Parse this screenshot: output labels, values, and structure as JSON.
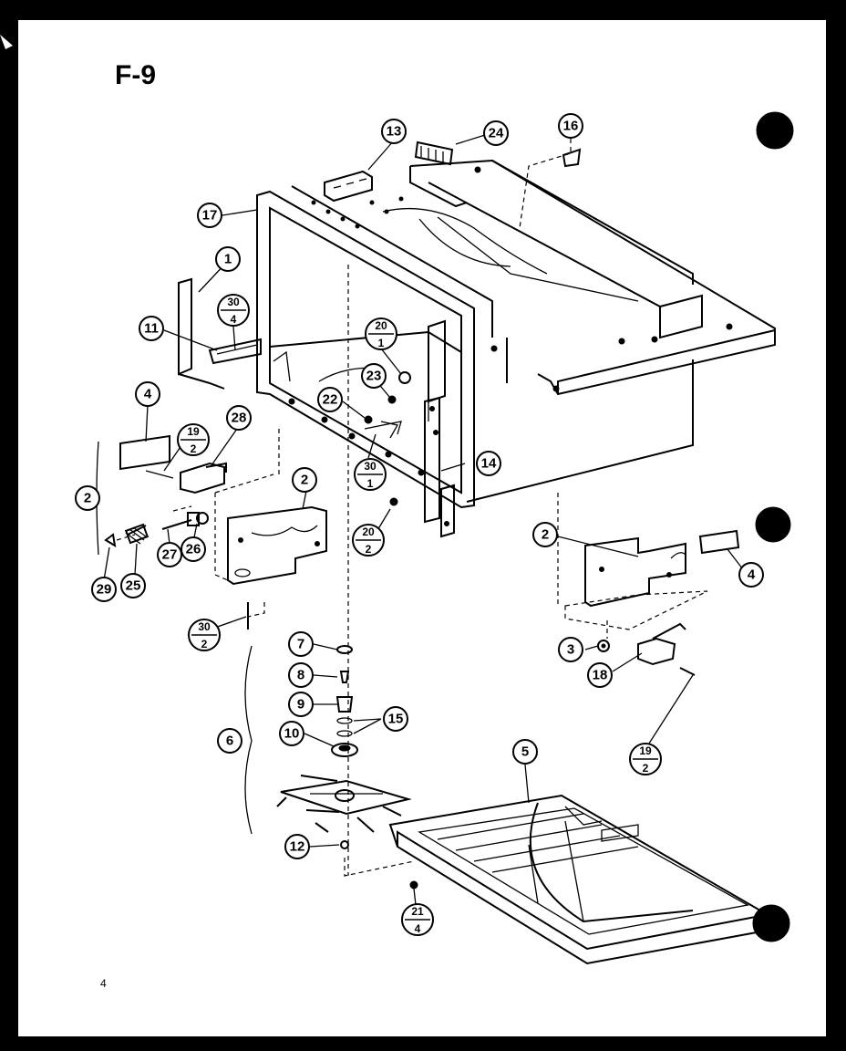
{
  "sheet": {
    "title": "F-9",
    "page_number": "4"
  },
  "callouts": [
    {
      "id": "c13",
      "text": "13"
    },
    {
      "id": "c24",
      "text": "24"
    },
    {
      "id": "c16",
      "text": "16"
    },
    {
      "id": "c17",
      "text": "17"
    },
    {
      "id": "c1",
      "text": "1"
    },
    {
      "id": "c11",
      "text": "11"
    },
    {
      "id": "c4a",
      "text": "4"
    },
    {
      "id": "c28",
      "text": "28"
    },
    {
      "id": "c2a",
      "text": "2"
    },
    {
      "id": "c2b",
      "text": "2"
    },
    {
      "id": "c22",
      "text": "22"
    },
    {
      "id": "c23",
      "text": "23"
    },
    {
      "id": "c14",
      "text": "14"
    },
    {
      "id": "c27",
      "text": "27"
    },
    {
      "id": "c26",
      "text": "26"
    },
    {
      "id": "c29",
      "text": "29"
    },
    {
      "id": "c25",
      "text": "25"
    },
    {
      "id": "c2c",
      "text": "2"
    },
    {
      "id": "c4b",
      "text": "4"
    },
    {
      "id": "c3",
      "text": "3"
    },
    {
      "id": "c18",
      "text": "18"
    },
    {
      "id": "c7",
      "text": "7"
    },
    {
      "id": "c8",
      "text": "8"
    },
    {
      "id": "c9",
      "text": "9"
    },
    {
      "id": "c15",
      "text": "15"
    },
    {
      "id": "c10",
      "text": "10"
    },
    {
      "id": "c6",
      "text": "6"
    },
    {
      "id": "c5",
      "text": "5"
    },
    {
      "id": "c12",
      "text": "12"
    }
  ],
  "fraction_callouts": [
    {
      "id": "f30_4",
      "top": "30",
      "bottom": "4"
    },
    {
      "id": "f20_1",
      "top": "20",
      "bottom": "1"
    },
    {
      "id": "f19_2a",
      "top": "19",
      "bottom": "2"
    },
    {
      "id": "f30_1",
      "top": "30",
      "bottom": "1"
    },
    {
      "id": "f20_2",
      "top": "20",
      "bottom": "2"
    },
    {
      "id": "f30_2",
      "top": "30",
      "bottom": "2"
    },
    {
      "id": "f19_2b",
      "top": "19",
      "bottom": "2"
    },
    {
      "id": "f21_4",
      "top": "21",
      "bottom": "4"
    }
  ]
}
